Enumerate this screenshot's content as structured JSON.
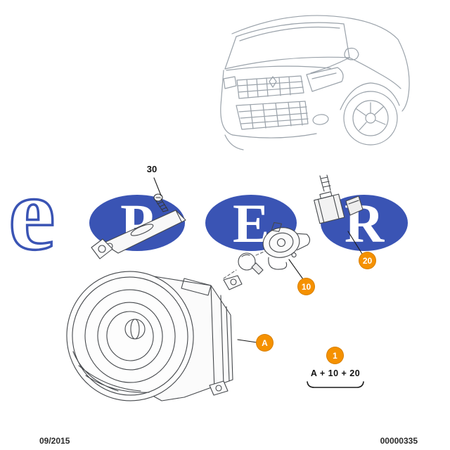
{
  "watermark": {
    "letter_e": "e",
    "letters": [
      {
        "label": "P"
      },
      {
        "label": "E"
      },
      {
        "label": "R"
      }
    ]
  },
  "diagram": {
    "callouts": {
      "screw_label": "30",
      "socket_label": "10",
      "connector_label": "20",
      "assembly_label": "A",
      "kit_label": "1"
    },
    "kit_formula": "A + 10 + 20"
  },
  "footer": {
    "revision_date": "09/2015",
    "drawing_number": "00000335"
  },
  "colors": {
    "callout_background": "#f59100",
    "callout_text": "#ffffff",
    "watermark_blue": "#2a46ae",
    "car_line": "#9aa2aa",
    "part_line": "#45484c"
  }
}
